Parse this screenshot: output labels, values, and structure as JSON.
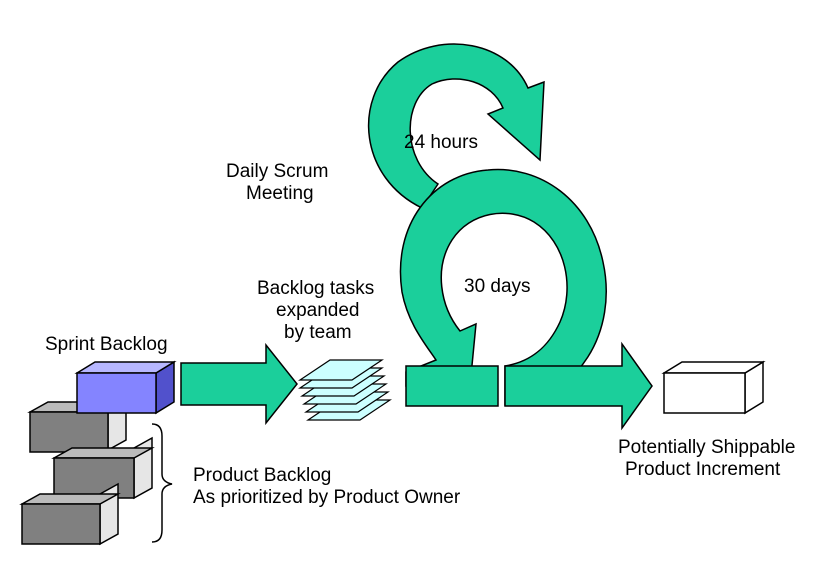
{
  "labels": {
    "daily_scrum_line1": "Daily Scrum",
    "daily_scrum_line2": "Meeting",
    "hours": "24 hours",
    "days": "30 days",
    "backlog_tasks_line1": "Backlog tasks",
    "backlog_tasks_line2": "expanded",
    "backlog_tasks_line3": "by team",
    "sprint_backlog": "Sprint Backlog",
    "product_backlog_line1": "Product Backlog",
    "product_backlog_line2": "As prioritized by Product Owner",
    "increment_line1": "Potentially Shippable",
    "increment_line2": "Product Increment"
  },
  "colors": {
    "arrow_fill": "#1bcf9b",
    "sprint_box": "#8484ff",
    "backlog_box": "#808080",
    "task_card": "#ccffff",
    "increment_box": "#ffffff",
    "stroke": "#000000"
  }
}
